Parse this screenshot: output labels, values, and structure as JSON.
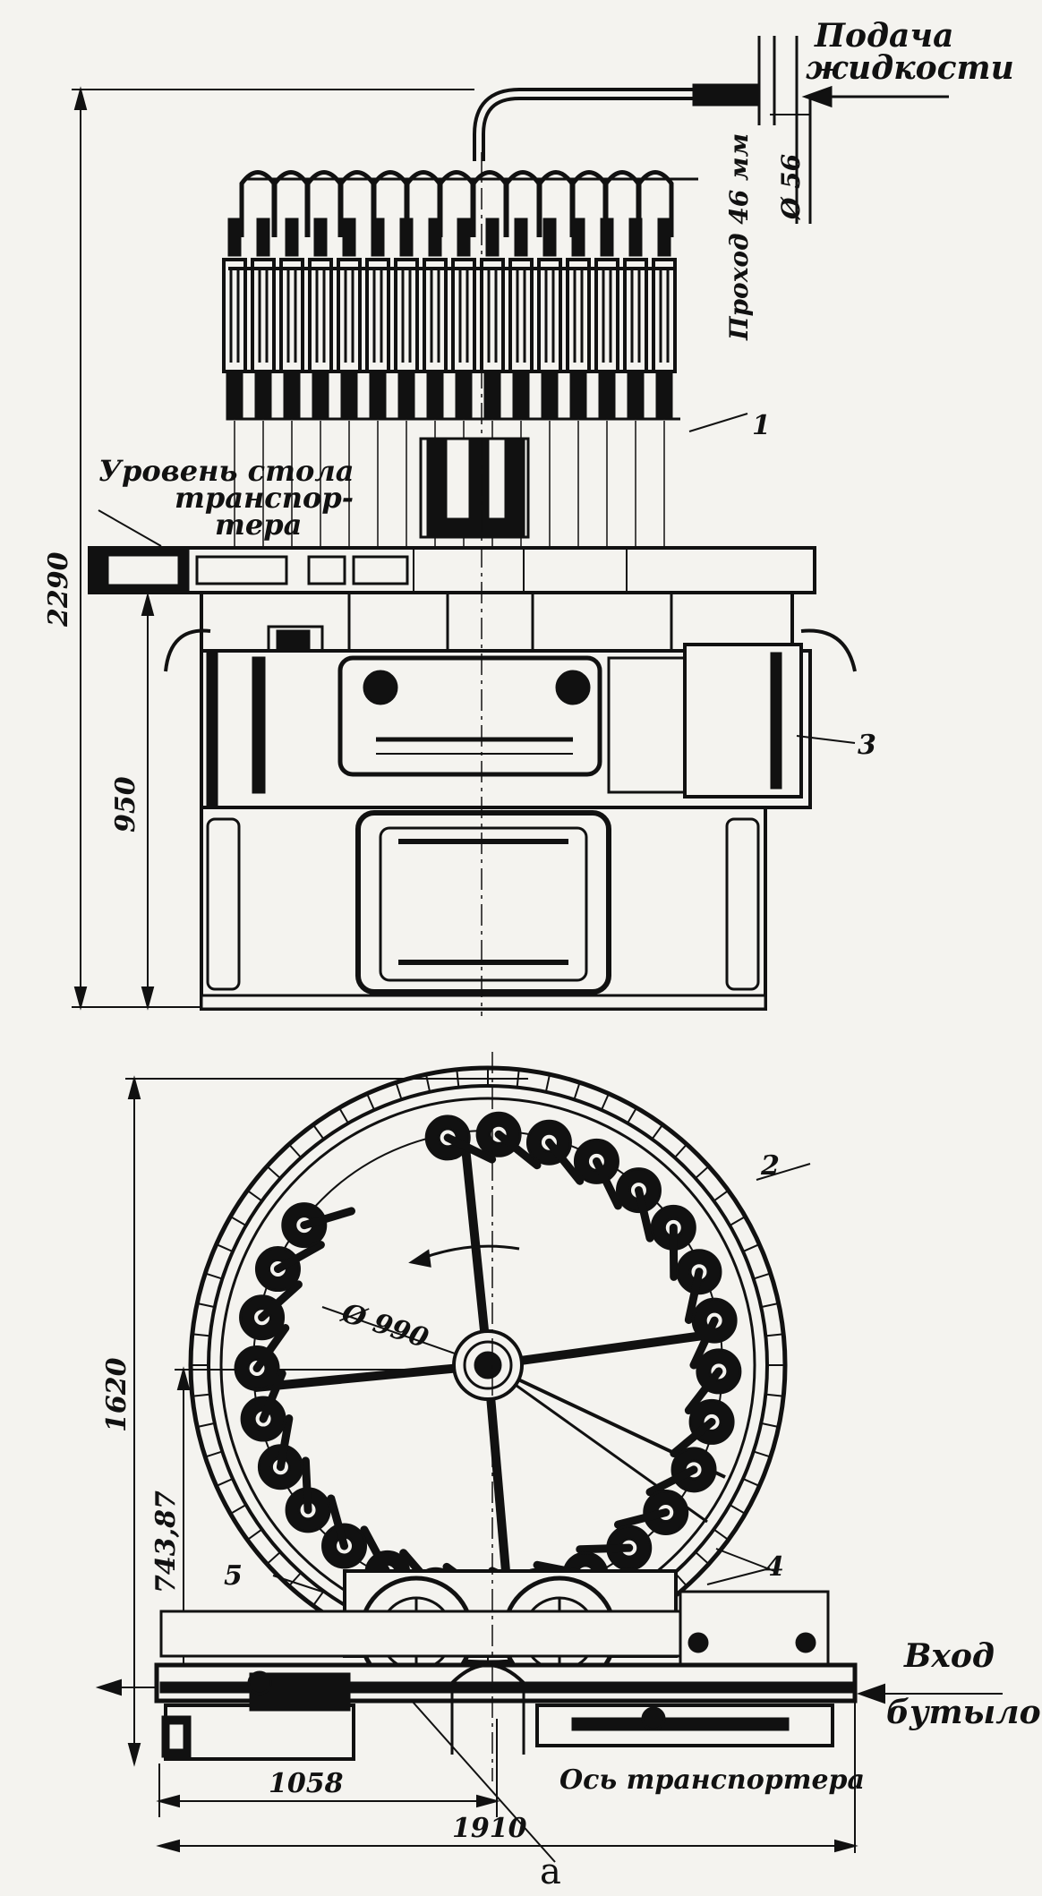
{
  "labels": {
    "liquid_supply": [
      "Подача",
      "жидкости"
    ],
    "pass_size": "Проход 46 мм",
    "diameter_56": "Ø 56",
    "table_level": [
      "Уровень стола",
      "транспор-",
      "тера"
    ],
    "dim_2290": "2290",
    "dim_950": "950",
    "dim_1620": "1620",
    "dim_743": "743,87",
    "dim_990": "Ø 990",
    "dim_1058": "1058",
    "dim_1910": "1910",
    "bottle_input": [
      "Вход",
      "бутылок"
    ],
    "conveyor_axis": "Ось транспортера",
    "callout_1": "1",
    "callout_2": "2",
    "callout_3": "3",
    "callout_4": "4",
    "callout_5": "5",
    "caption": "а"
  },
  "colors": {
    "ink": "#111111",
    "paper": "#f4f3ef"
  }
}
